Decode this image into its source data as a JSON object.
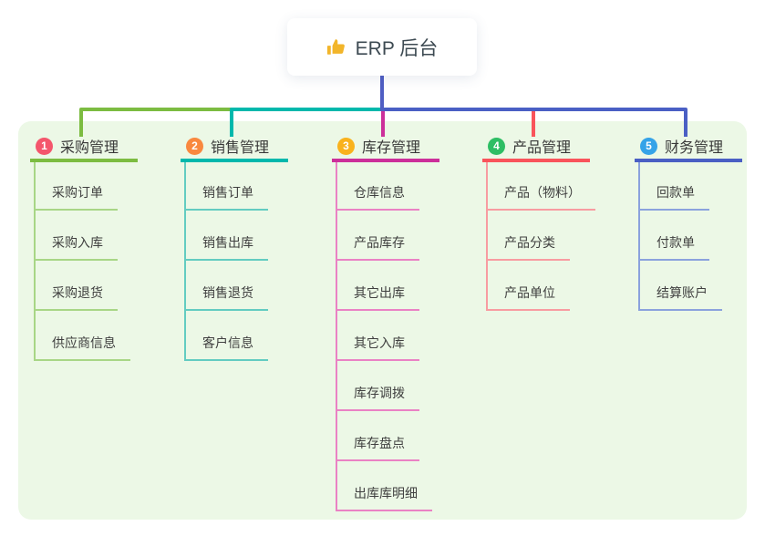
{
  "root": {
    "icon": "thumbs-up",
    "label": "ERP 后台"
  },
  "colors": {
    "board_bg": "#ecf8e6",
    "root_line": "#4f5ec3",
    "root_text": "#3d4a52",
    "icon_gold": "#f2b52a"
  },
  "branches": [
    {
      "num": "1",
      "label": "采购管理",
      "badge_color": "#f4566c",
      "line_color": "#7cbc41",
      "child_line_color": "#a8d686",
      "children": [
        "采购订单",
        "采购入库",
        "采购退货",
        "供应商信息"
      ]
    },
    {
      "num": "2",
      "label": "销售管理",
      "badge_color": "#f9883f",
      "line_color": "#00b8ac",
      "child_line_color": "#63ccc1",
      "children": [
        "销售订单",
        "销售出库",
        "销售退货",
        "客户信息"
      ]
    },
    {
      "num": "3",
      "label": "库存管理",
      "badge_color": "#f9b21d",
      "line_color": "#cc2f9a",
      "child_line_color": "#ea82c4",
      "children": [
        "仓库信息",
        "产品库存",
        "其它出库",
        "其它入库",
        "库存调拨",
        "库存盘点",
        "出库库明细"
      ]
    },
    {
      "num": "4",
      "label": "产品管理",
      "badge_color": "#2ebe64",
      "line_color": "#f9545b",
      "child_line_color": "#f89ca1",
      "children": [
        "产品（物料）",
        "产品分类",
        "产品单位"
      ]
    },
    {
      "num": "5",
      "label": "财务管理",
      "badge_color": "#35a3e8",
      "line_color": "#4a5fc4",
      "child_line_color": "#8ba2dd",
      "children": [
        "回款单",
        "付款单",
        "结算账户"
      ]
    }
  ]
}
